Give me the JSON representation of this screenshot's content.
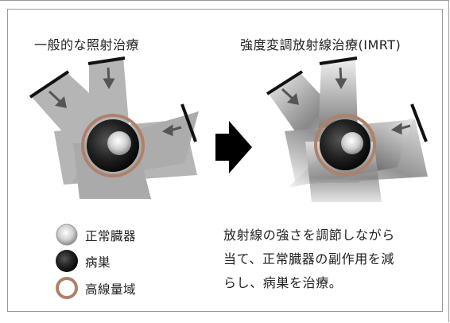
{
  "titles": {
    "conventional": "一般的な照射治療",
    "imrt": "強度変調放射線治療(IMRT)"
  },
  "legend": [
    {
      "label": "正常臓器",
      "icon": "normal-organ-icon"
    },
    {
      "label": "病巣",
      "icon": "lesion-icon"
    },
    {
      "label": "高線量域",
      "icon": "high-dose-region-icon"
    }
  ],
  "description": {
    "line1": "放射線の強さを調節しながら",
    "line2": "当て、正常臓器の副作用を減",
    "line3": "らし、病巣を治療。"
  },
  "colors": {
    "frame": "#9a9a9a",
    "beam": "#7d7d7d",
    "high_dose_ring": "#b0806a",
    "lesion": "#1c1c1c",
    "arrow": "#000000"
  }
}
